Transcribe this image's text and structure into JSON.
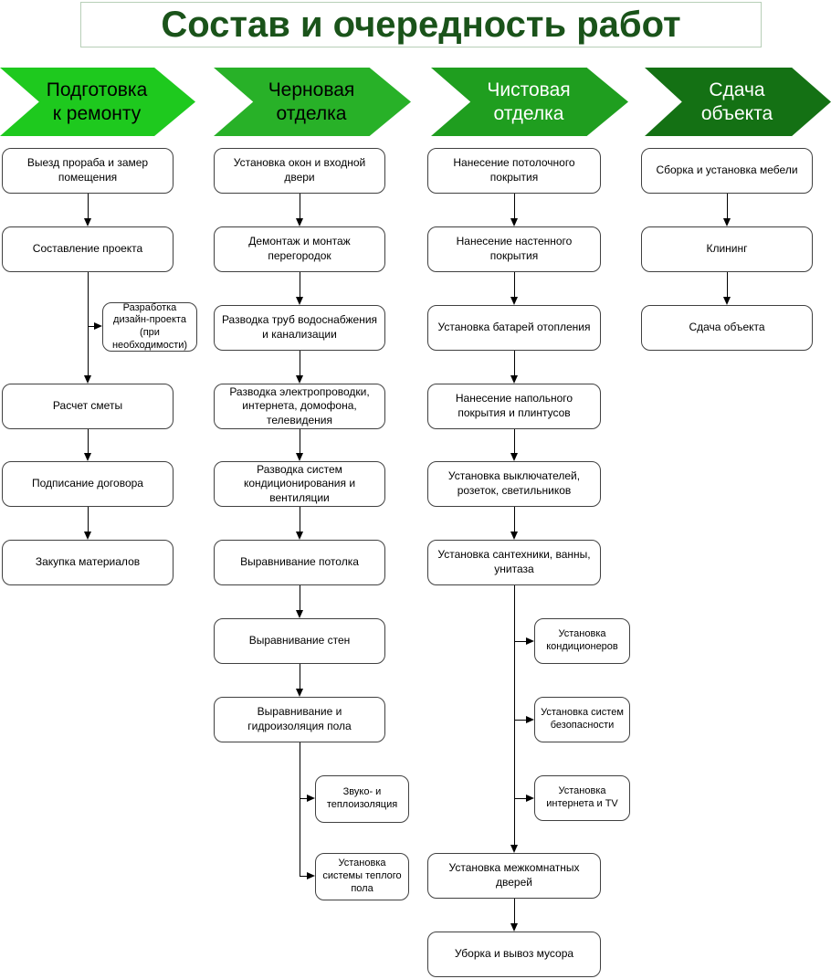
{
  "title": {
    "text": "Состав и очередность работ",
    "color": "#1a531a",
    "border_color": "#b7cfb7"
  },
  "stages": [
    {
      "label": "Подготовка к ремонту",
      "bg": "#1ec91e",
      "text_color": "#000000"
    },
    {
      "label": "Черновая отделка",
      "bg": "#28b128",
      "text_color": "#000000"
    },
    {
      "label": "Чистовая отделка",
      "bg": "#1f9e1f",
      "text_color": "#ffffff"
    },
    {
      "label": "Сдача объекта",
      "bg": "#147114",
      "text_color": "#ffffff"
    }
  ],
  "connector_color": "#000000",
  "node_border_color": "#404040",
  "columns": {
    "preparation": {
      "main": [
        "Выезд прораба и замер помещения",
        "Составление проекта",
        "Расчет сметы",
        "Подписание договора",
        "Закупка материалов"
      ],
      "side": [
        "Разработка дизайн-проекта (при необходимости)"
      ]
    },
    "rough_finish": {
      "main": [
        "Установка окон и входной двери",
        "Демонтаж и монтаж перегородок",
        "Разводка труб водоснабжения и канализации",
        "Разводка электропроводки, интернета, домофона, телевидения",
        "Разводка систем кондиционирования и вентиляции",
        "Выравнивание потолка",
        "Выравнивание стен",
        "Выравнивание и гидроизоляция пола"
      ],
      "side": [
        "Звуко- и теплоизоляция",
        "Установка системы теплого пола"
      ]
    },
    "fine_finish": {
      "main": [
        "Нанесение потолочного покрытия",
        "Нанесение настенного покрытия",
        "Установка батарей отопления",
        "Нанесение напольного покрытия и плинтусов",
        "Установка выключателей, розеток, светильников",
        "Установка сантехники, ванны, унитаза",
        "Установка межкомнатных дверей",
        "Уборка и вывоз мусора"
      ],
      "side": [
        "Установка кондиционеров",
        "Установка систем безопасности",
        "Установка интернета и TV"
      ]
    },
    "handover": {
      "main": [
        "Сборка и установка мебели",
        "Клининг",
        "Сдача объекта"
      ]
    }
  }
}
